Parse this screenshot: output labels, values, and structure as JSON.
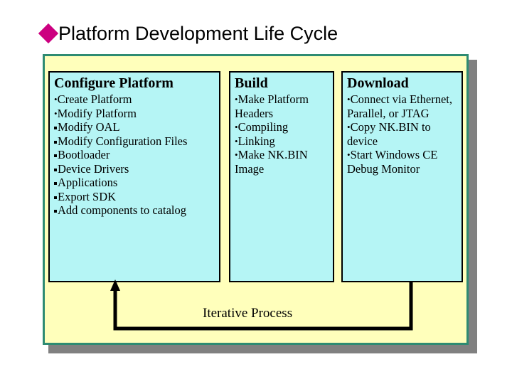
{
  "slide": {
    "title": "Platform Development Life Cycle",
    "title_bullet_icon": "diamond-bullet-icon",
    "title_bullet_color": "#CC0080",
    "panel_bg_color": "#FFFFBB",
    "panel_border_color": "#2E8B72",
    "box_bg_color": "#B5F5F5",
    "box_border_color": "#000000"
  },
  "columns": [
    {
      "id": "configure",
      "title": "Configure Platform",
      "items": [
        {
          "level": 1,
          "text": "Create Platform"
        },
        {
          "level": 1,
          "text": "Modify Platform"
        },
        {
          "level": 2,
          "text": "Modify OAL"
        },
        {
          "level": 2,
          "text": "Modify Configuration Files"
        },
        {
          "level": 2,
          "text": "Bootloader"
        },
        {
          "level": 2,
          "text": "Device Drivers"
        },
        {
          "level": 2,
          "text": "Applications"
        },
        {
          "level": 2,
          "text": "Export SDK"
        },
        {
          "level": 2,
          "text": "Add components to catalog"
        }
      ]
    },
    {
      "id": "build",
      "title": "Build",
      "items": [
        {
          "level": 1,
          "text": "Make Platform Headers"
        },
        {
          "level": 1,
          "text": "Compiling"
        },
        {
          "level": 1,
          "text": "Linking"
        },
        {
          "level": 1,
          "text": "Make NK.BIN Image"
        }
      ]
    },
    {
      "id": "download",
      "title": "Download",
      "items": [
        {
          "level": 1,
          "text": "Connect via Ethernet, Parallel, or JTAG"
        },
        {
          "level": 1,
          "text": "Copy NK.BIN to device"
        },
        {
          "level": 1,
          "text": "Start Windows CE Debug Monitor"
        }
      ]
    }
  ],
  "loop": {
    "label": "Iterative Process",
    "arrow_icon": "loop-arrow-up-icon",
    "arrow_color": "#000000"
  },
  "glyphs": {
    "round_bullet": "•"
  }
}
